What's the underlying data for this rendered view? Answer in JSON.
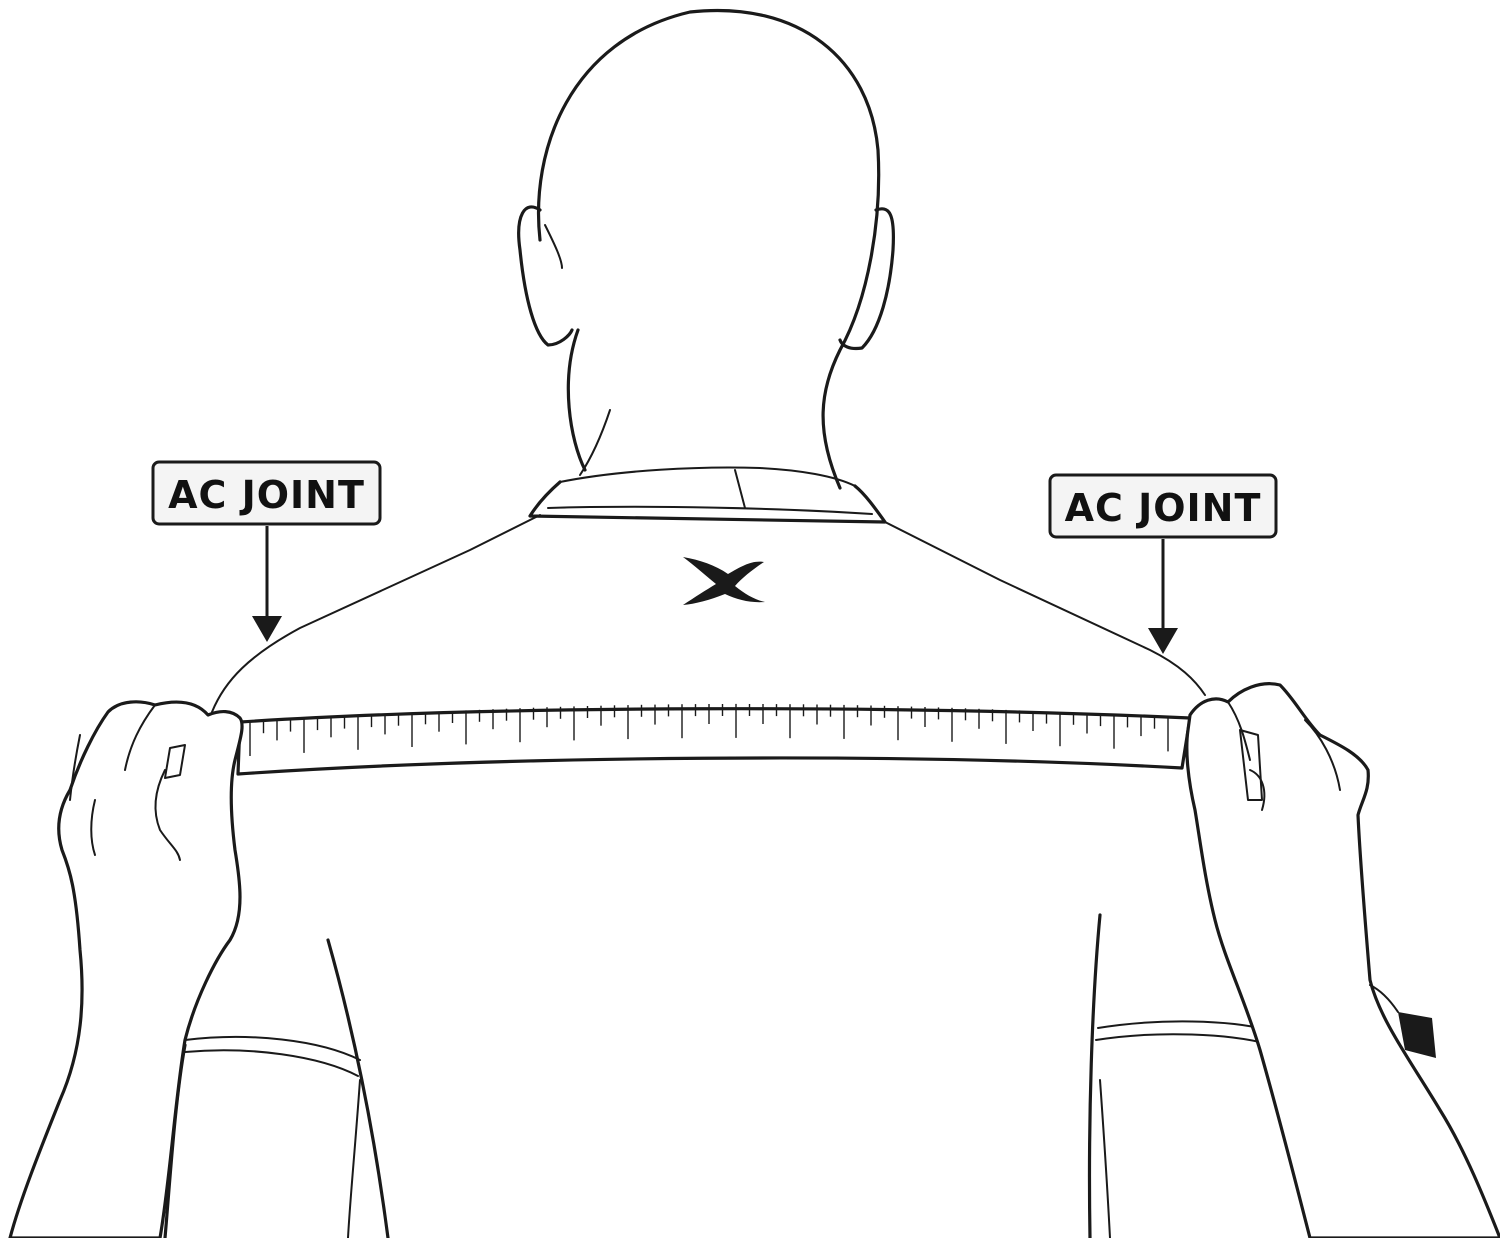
{
  "labels": {
    "left": "AC JOINT",
    "right": "AC JOINT"
  },
  "colors": {
    "ink": "#1a1a1a",
    "label_fill": "#f4f4f4",
    "background": "#ffffff"
  },
  "icons": {
    "logo": "x-mark-logo",
    "arrows": "arrow-down-icon"
  }
}
